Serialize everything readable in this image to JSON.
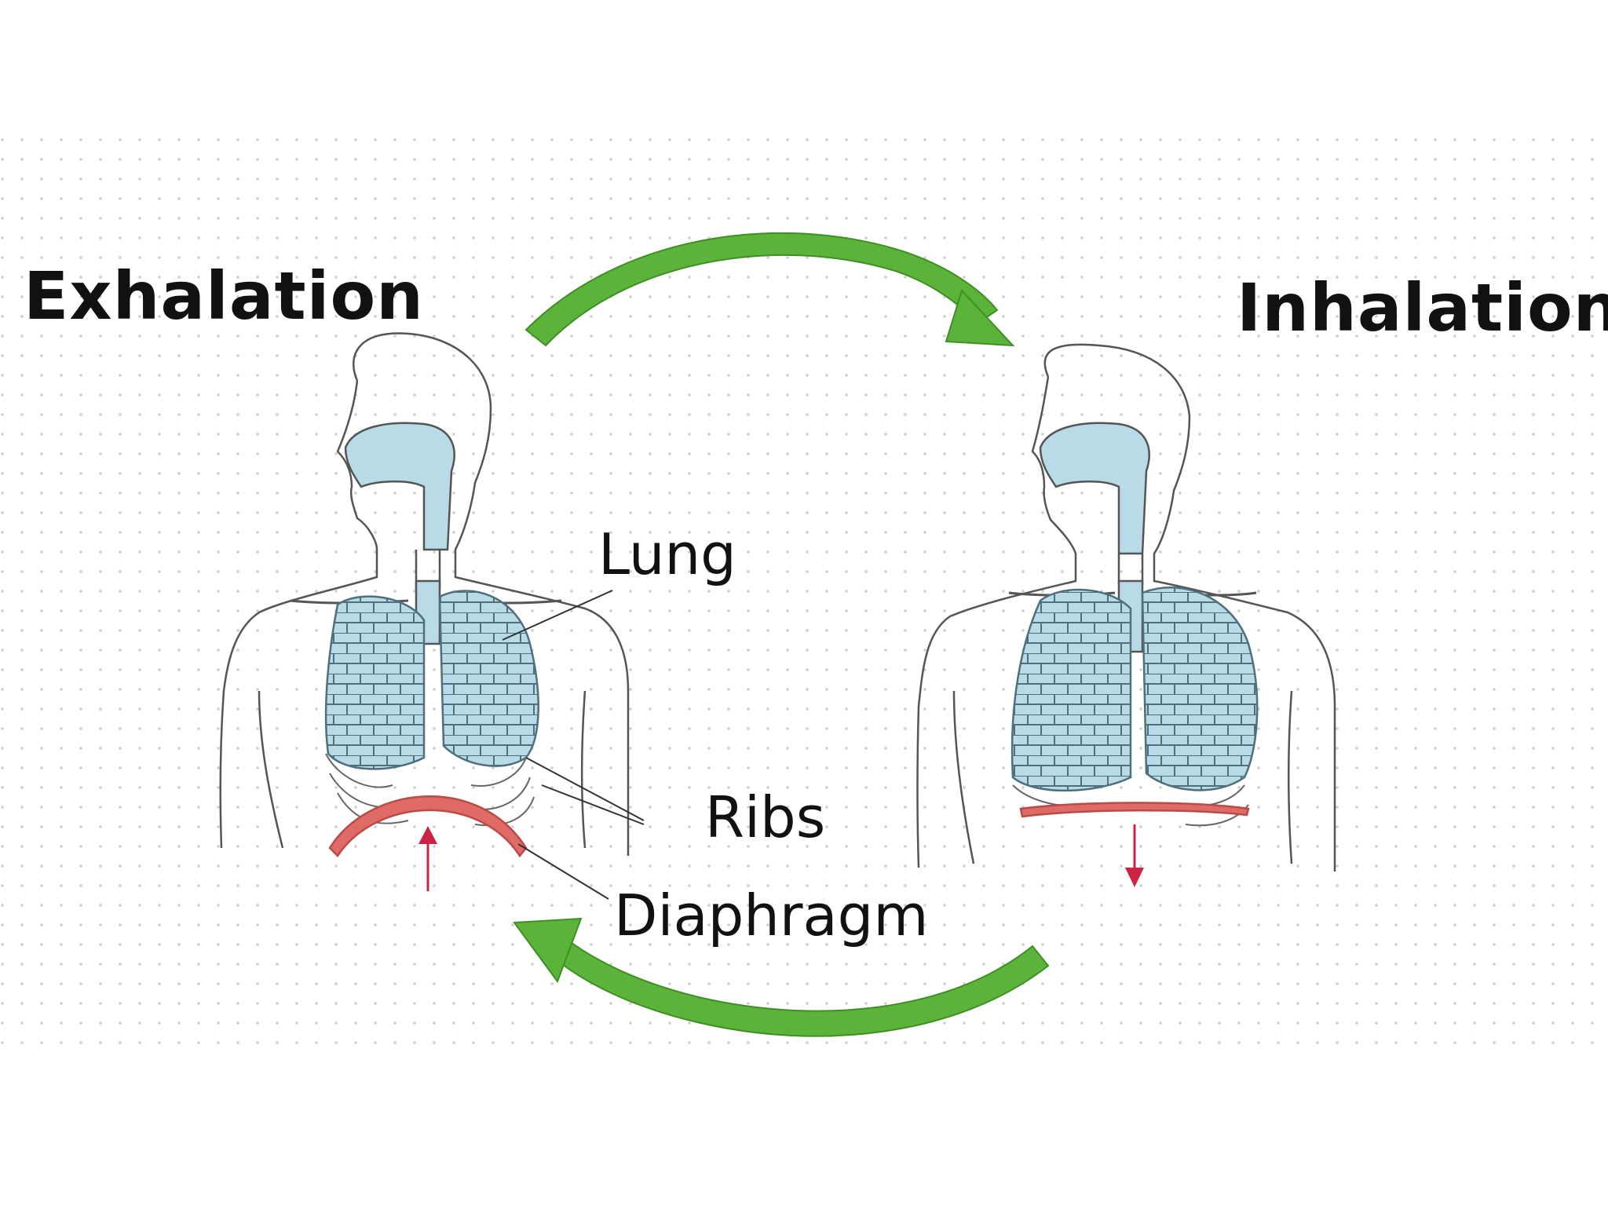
{
  "diagram": {
    "titles": {
      "exhalation": "Exhalation",
      "inhalation": "Inhalation"
    },
    "labels": {
      "lung": "Lung",
      "ribs": "Ribs",
      "diaphragm": "Diaphragm"
    },
    "colors": {
      "background_dot": "#c9c9c9",
      "cycle_arrow": "#5cb33a",
      "cycle_arrow_outline": "#3f8f25",
      "airway_fill": "#b9dbe8",
      "outline": "#555555",
      "diaphragm": "#e06a66",
      "motion_arrow": "#cc2244",
      "text": "#111111"
    },
    "icons": {
      "top_arrow": "curved-arrow-right-icon",
      "bottom_arrow": "curved-arrow-left-icon",
      "exhalation_motion": "arrow-up-icon",
      "inhalation_motion": "arrow-down-icon"
    }
  }
}
